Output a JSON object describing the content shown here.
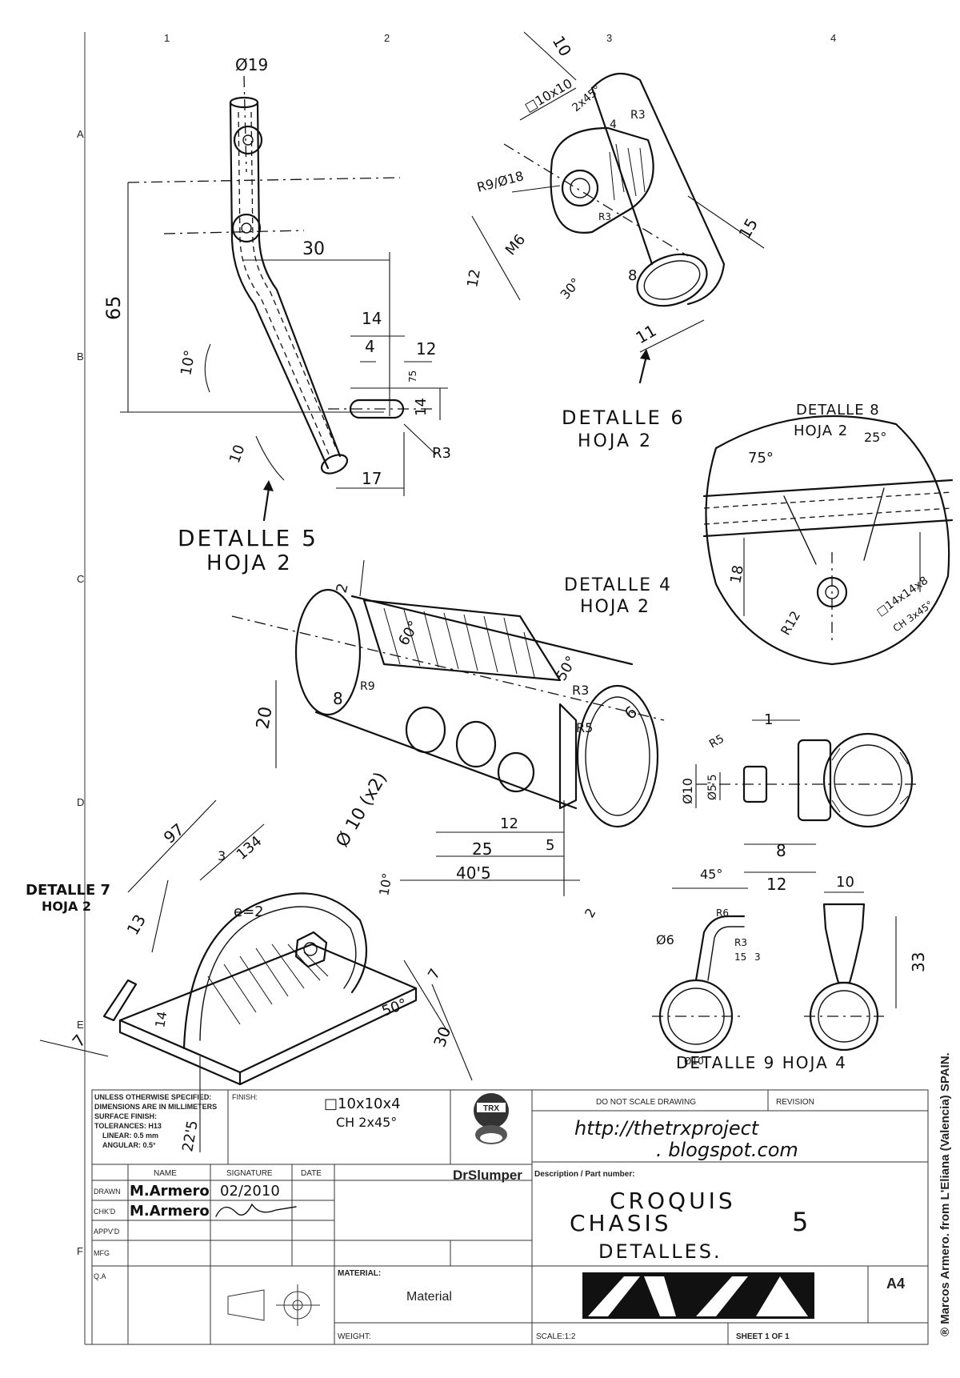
{
  "grid": {
    "columns": [
      "1",
      "2",
      "3",
      "4"
    ],
    "rows": [
      "A",
      "B",
      "C",
      "D",
      "E",
      "F"
    ]
  },
  "details": {
    "d5": [
      "DETALLE 5",
      "HOJA 2"
    ],
    "d6": [
      "DETALLE 6",
      "HOJA 2"
    ],
    "d8": [
      "DETALLE 8",
      "HOJA 2"
    ],
    "d4": [
      "DETALLE 4",
      "HOJA 2"
    ],
    "d7": [
      "DETALLE 7",
      "HOJA 2"
    ],
    "d9": "DETALLE 9 HOJA 4"
  },
  "dims": {
    "d5": [
      "Ø19",
      "65",
      "30",
      "14",
      "4",
      "12",
      "10°",
      "14",
      "10",
      "17",
      "R3",
      "75"
    ],
    "d6": [
      "10",
      "□10x10",
      "2x45°",
      "4",
      "R3",
      "R9/Ø18",
      "M6",
      "12",
      "30°",
      "8",
      "11",
      "15",
      "R3"
    ],
    "d8": [
      "75°",
      "25°",
      "18",
      "R12",
      "□14x14x8",
      "CH 3x45°"
    ],
    "d4": [
      "2",
      "60°",
      "50°",
      "R3",
      "R5",
      "20",
      "8",
      "R9",
      "6",
      "Ø 10 (x2)",
      "12",
      "5",
      "25",
      "40'5",
      "10°",
      "2"
    ],
    "dside": [
      "1",
      "R5",
      "Ø10",
      "Ø5'5",
      "8",
      "12"
    ],
    "d7": [
      "97",
      "134",
      "3",
      "13",
      "e=2",
      "7",
      "7",
      "50°",
      "30",
      "14",
      "22'5"
    ],
    "d9": [
      "45°",
      "R6",
      "R3",
      "15",
      "3",
      "Ø6",
      "Ø10",
      "10",
      "33"
    ]
  },
  "notes": {
    "tube": [
      "□10x10x4",
      "CH 2x45°"
    ]
  },
  "title_block": {
    "general_notes": [
      "UNLESS OTHERWISE SPECIFIED:",
      "DIMENSIONS ARE IN MILLIMETERS",
      "SURFACE FINISH:",
      "TOLERANCES: H13",
      "LINEAR: 0.5 mm",
      "ANGULAR: 0.5°"
    ],
    "finish_label": "FINISH:",
    "logo_caption": "DrSlumper",
    "logo_badge": "TRX",
    "do_not_scale": "DO NOT SCALE DRAWING",
    "revision_label": "REVISION",
    "url": [
      "http://thetrxproject",
      ". blogspot.com"
    ],
    "headers": [
      "NAME",
      "SIGNATURE",
      "DATE"
    ],
    "rows": [
      {
        "label": "DRAWN",
        "name": "M.Armero",
        "date": "02/2010"
      },
      {
        "label": "CHK'D",
        "name": "M.Armero",
        "date": ""
      },
      {
        "label": "APPV'D",
        "name": "",
        "date": ""
      },
      {
        "label": "MFG",
        "name": "",
        "date": ""
      },
      {
        "label": "Q.A",
        "name": "",
        "date": ""
      }
    ],
    "description_label": "Description / Part number:",
    "description": [
      "CROQUIS",
      "CHASIS",
      "DETALLES."
    ],
    "part_number": "5",
    "material_label": "MATERIAL:",
    "material": "Material",
    "weight_label": "WEIGHT:",
    "scale_label": "SCALE:1:2",
    "sheet_label": "SHEET 1 OF 1",
    "size": "A4"
  },
  "copyright": "® Marcos Armero. from L'Eliana (Valencia) SPAIN."
}
